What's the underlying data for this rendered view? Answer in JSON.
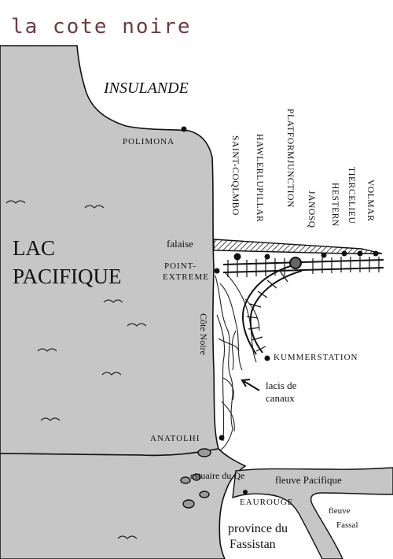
{
  "title": "la cote noire",
  "colors": {
    "sea": "#c6c6c6",
    "land": "#ffffff",
    "ink": "#111111",
    "title": "#6b3b42"
  },
  "regions": {
    "north": "INSULANDE",
    "lake_line1": "LAC",
    "lake_line2": "PACIFIQUE",
    "province_line1": "province du",
    "province_line2": "Fassistan"
  },
  "places": {
    "polimona": "POLIMONA",
    "point_extreme_1": "POINT-",
    "point_extreme_2": "EXTREME",
    "kummerstation": "KUMMERSTATION",
    "anatolhi": "ANATOLHI",
    "eaurouge": "EAUROUGE"
  },
  "stations": [
    "SAINT-COQLMBO",
    "HAWLERLUPILLAR",
    "PLATFORMJUNCTION",
    "JANOSQ",
    "HESTERN",
    "TIERCELIEU",
    "VOLMAR"
  ],
  "features": {
    "falaise": "falaise",
    "cote_noire": "Côte Noire",
    "canaux_1": "lacis de",
    "canaux_2": "canaux",
    "estuaire": "estuaire du Qe",
    "fleuve_pacifique": "fleuve Pacifique",
    "fleuve_fassal_1": "fleuve",
    "fleuve_fassal_2": "Fassal"
  }
}
